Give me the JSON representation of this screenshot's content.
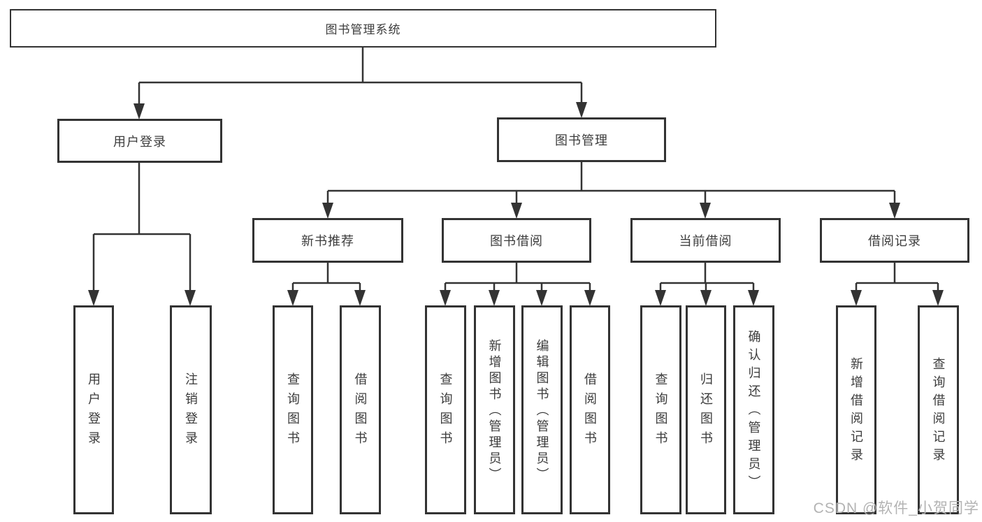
{
  "tree": {
    "root": "图书管理系统",
    "branches": [
      "用户登录",
      "图书管理"
    ],
    "modules": [
      "新书推荐",
      "图书借阅",
      "当前借阅",
      "借阅记录"
    ],
    "leaves": [
      "用户登录",
      "注销登录",
      "查询图书",
      "借阅图书",
      "查询图书",
      "新增图书（管理员）",
      "编辑图书（管理员）",
      "借阅图书",
      "查询图书",
      "归还图书",
      "确认归还（管理员）",
      "新增借阅记录",
      "查询借阅记录"
    ]
  },
  "watermark": "CSDN @软件_小贺同学",
  "colors": {
    "line": "#333333",
    "box_border": "#333333",
    "text": "#3c3c3c",
    "watermark": "#b3b3b3",
    "background": "#ffffff"
  }
}
